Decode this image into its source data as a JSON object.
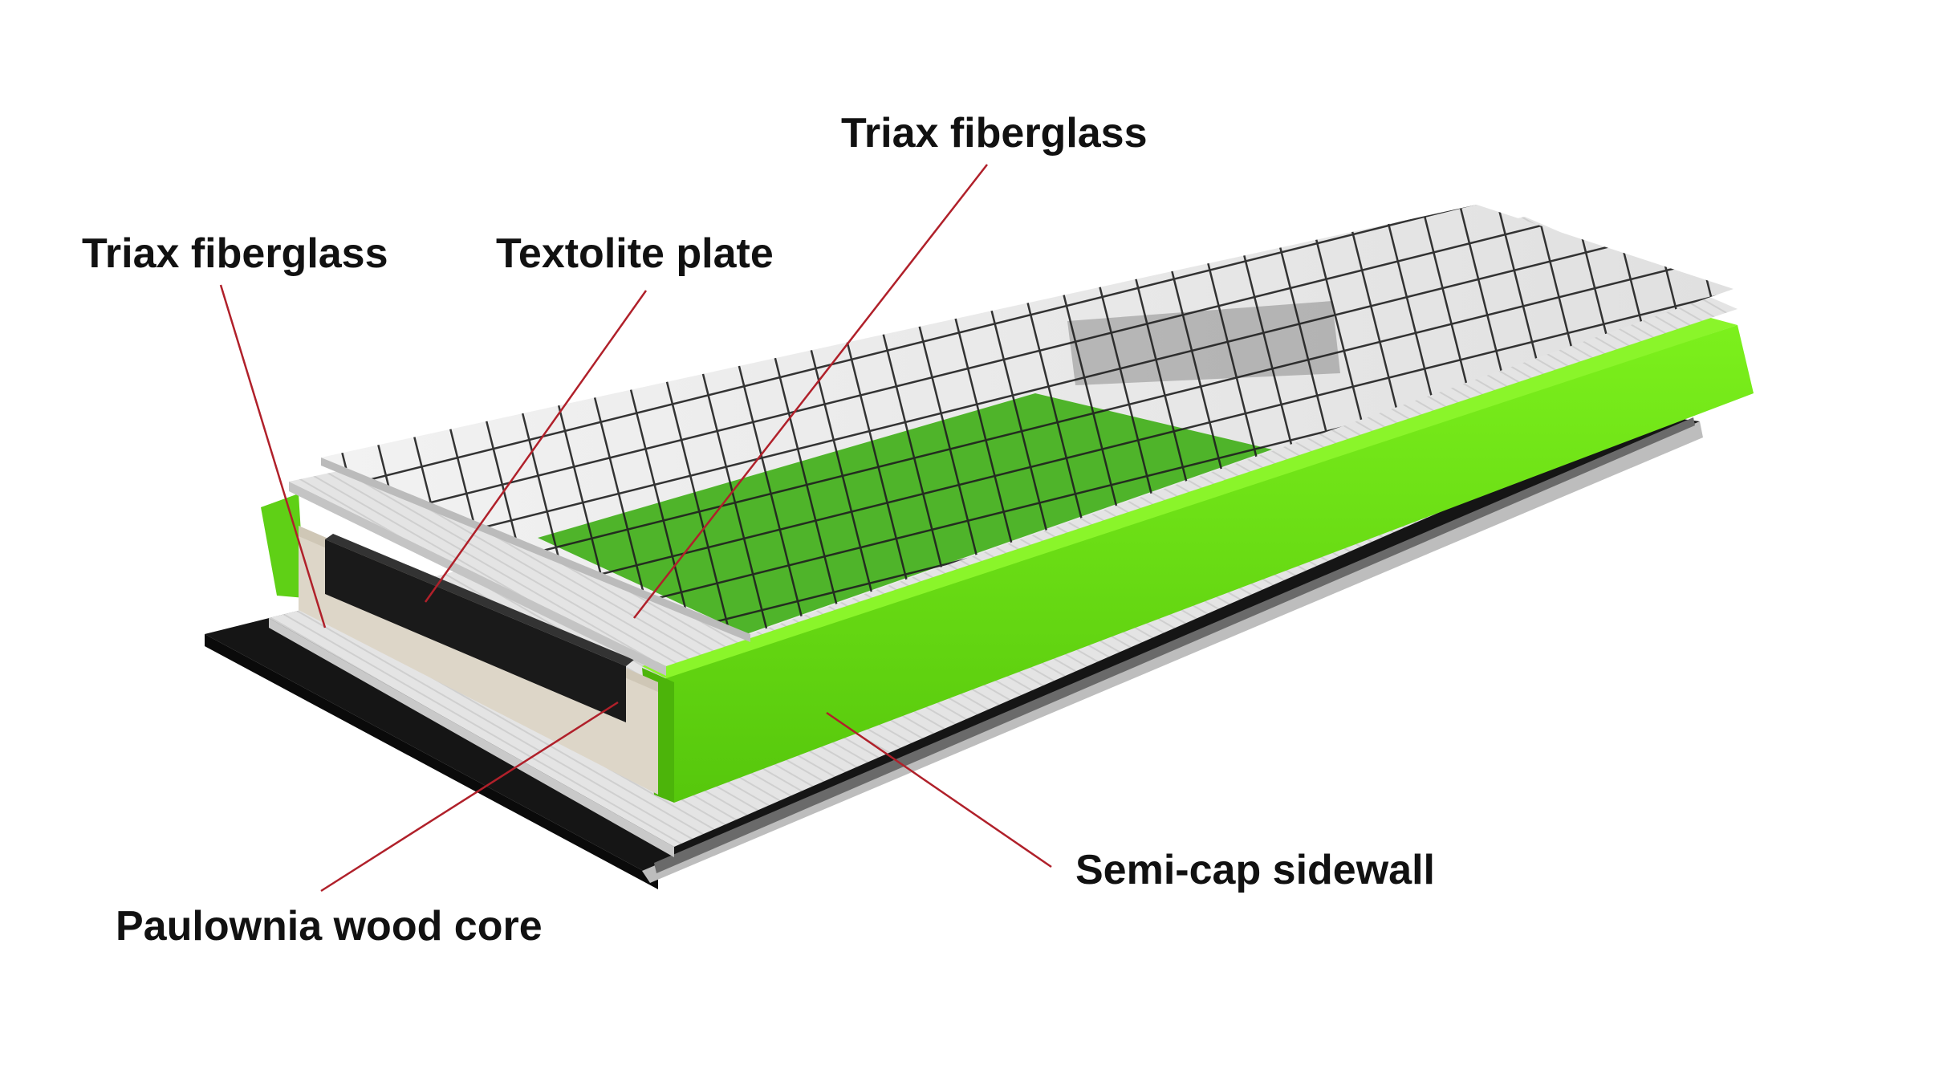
{
  "colors": {
    "sidewall_green": "#6ee014",
    "sidewall_green_dark": "#4cb40a",
    "top_sheet_green": "#4fb42a",
    "fiberglass": "#e6e6e6",
    "textolite": "#1a1a1a",
    "wood_core": "#ddd6c8",
    "base": "#151515",
    "leader_line": "#b0202a"
  },
  "labels": {
    "top_triax": "Triax fiberglass",
    "left_triax": "Triax fiberglass",
    "textolite": "Textolite plate",
    "sidewall": "Semi-cap sidewall",
    "wood_core": "Paulownia wood core"
  }
}
